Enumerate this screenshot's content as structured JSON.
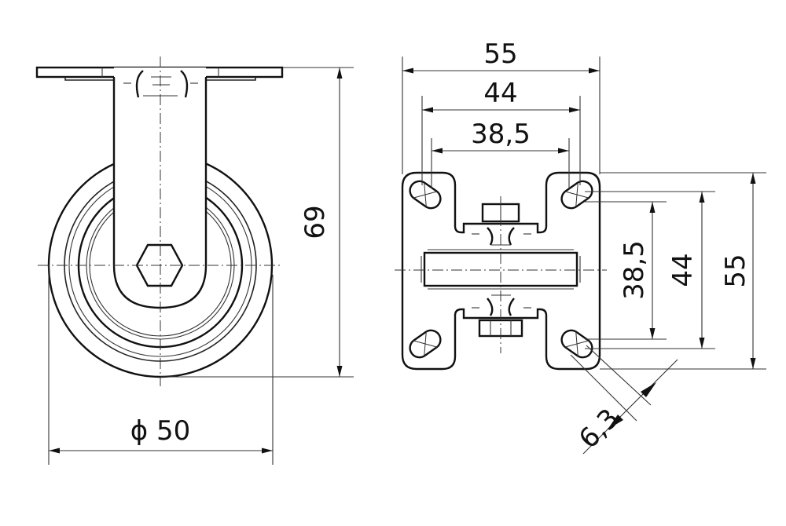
{
  "drawing": {
    "title": "Fixed castor technical drawing",
    "side_view": {
      "wheel_diameter_label": "ϕ 50",
      "overall_height_label": "69"
    },
    "top_plate_view": {
      "plate_width_label": "55",
      "hole_span_outer_label": "44",
      "hole_span_inner_label": "38,5",
      "plate_height_label": "55",
      "hole_span_vertical_outer_label": "44",
      "hole_span_vertical_inner_label": "38,5",
      "hole_width_label": "6,3"
    }
  }
}
